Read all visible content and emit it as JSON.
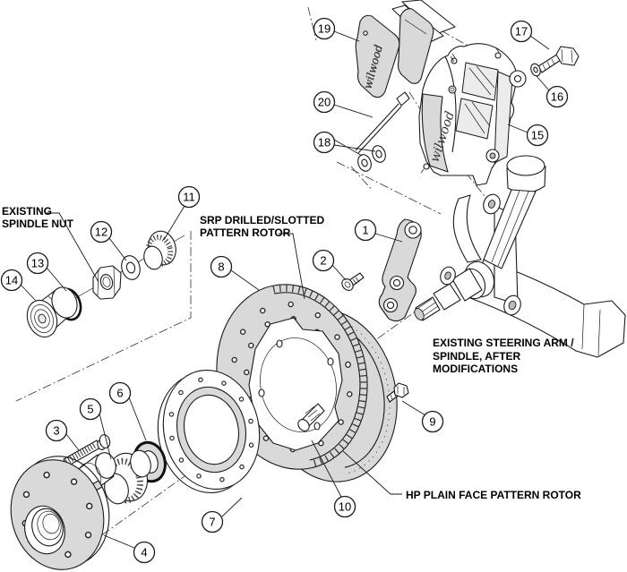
{
  "diagram_title": "brake-kit-exploded-view",
  "labels": {
    "spindle_nut": [
      "EXISTING",
      "SPINDLE NUT"
    ],
    "srp_rotor": [
      "SRP DRILLED/SLOTTED",
      "PATTERN ROTOR"
    ],
    "steering_arm": [
      "EXISTING STEERING ARM /",
      "SPINDLE, AFTER",
      "MODIFICATIONS"
    ],
    "hp_rotor": "HP PLAIN FACE PATTERN ROTOR"
  },
  "logos": {
    "caliper": "wilwood",
    "pad": "wilwood"
  },
  "callout_numbers": [
    "1",
    "2",
    "3",
    "4",
    "5",
    "6",
    "7",
    "8",
    "9",
    "10",
    "11",
    "12",
    "13",
    "14",
    "15",
    "16",
    "17",
    "18",
    "19",
    "20"
  ],
  "colors": {
    "line": "#1a1a1a",
    "shade": "#d9d9d9",
    "background": "#ffffff"
  }
}
